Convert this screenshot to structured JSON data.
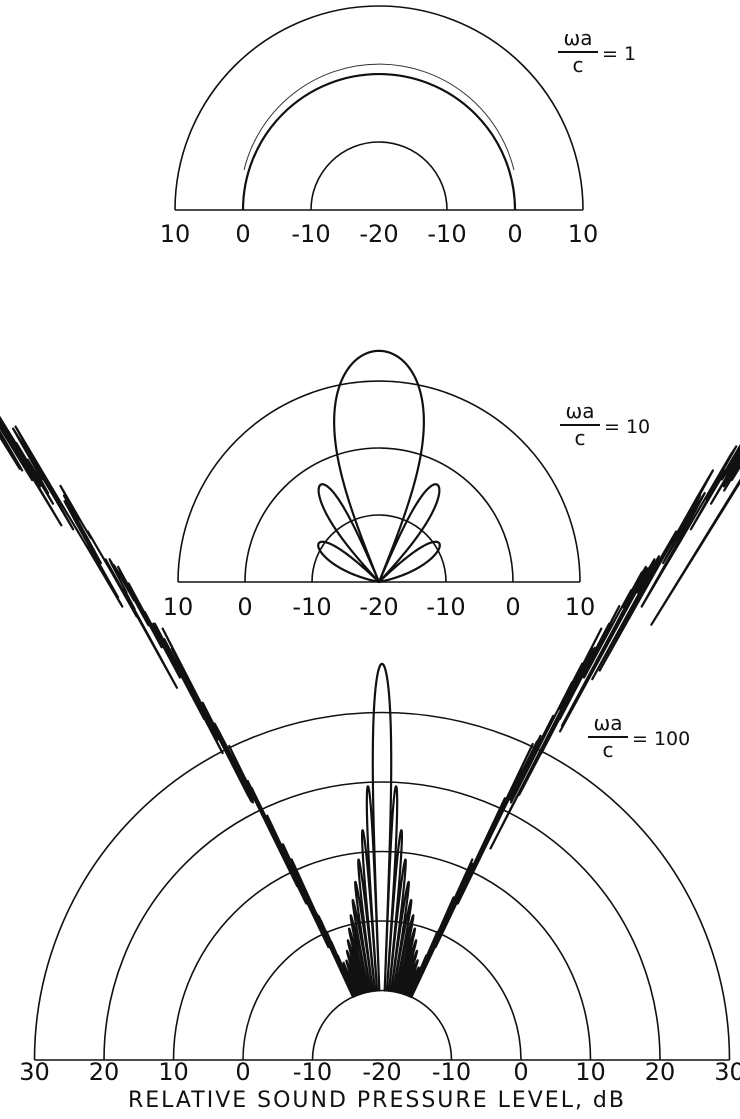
{
  "chart_data": [
    {
      "type": "polar-line",
      "annotation": "ωa/c = 1",
      "annotation_top": "ωa",
      "annotation_bottom": "c",
      "annotation_value": "= 1",
      "range_db": [
        -20,
        10
      ],
      "rings_db": [
        -10,
        0,
        10
      ],
      "tick_labels": [
        "10",
        "0",
        "-10",
        "-20",
        "-10",
        "0",
        "10"
      ],
      "pattern": {
        "kind": "omni",
        "level_db": 0
      }
    },
    {
      "type": "polar-line",
      "annotation": "ωa/c = 10",
      "annotation_top": "ωa",
      "annotation_bottom": "c",
      "annotation_value": "= 10",
      "range_db": [
        -20,
        10
      ],
      "rings_db": [
        -10,
        0,
        10
      ],
      "tick_labels": [
        "10",
        "0",
        "-10",
        "-20",
        "-10",
        "0",
        "10"
      ],
      "pattern": {
        "kind": "piston",
        "ka": 10,
        "peak_db": 14.5,
        "floor_db": -20
      }
    },
    {
      "type": "polar-line",
      "annotation": "ωa/c = 100",
      "annotation_top": "ωa",
      "annotation_bottom": "c",
      "annotation_value": "= 100",
      "range_db": [
        -20,
        30
      ],
      "rings_db": [
        -10,
        0,
        10,
        20,
        30
      ],
      "tick_labels": [
        "30",
        "20",
        "10",
        "0",
        "-10",
        "-20",
        "-10",
        "0",
        "10",
        "20",
        "30"
      ],
      "pattern": {
        "kind": "piston",
        "ka": 100,
        "peak_db": 37,
        "floor_db": -10
      }
    }
  ],
  "xlabel": "RELATIVE SOUND PRESSURE LEVEL, dB"
}
